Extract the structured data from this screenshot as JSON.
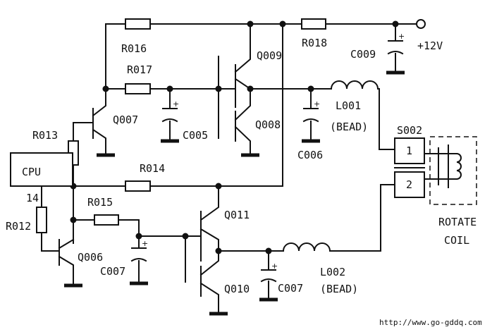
{
  "diagram": {
    "labels": {
      "cpu": "CPU",
      "cpu_pin": "14",
      "r012": "R012",
      "r013": "R013",
      "r014": "R014",
      "r015": "R015",
      "r016": "R016",
      "r017": "R017",
      "r018": "R018",
      "q006": "Q006",
      "q007": "Q007",
      "q008": "Q008",
      "q009": "Q009",
      "q010": "Q010",
      "q011": "Q011",
      "c005": "C005",
      "c006": "C006",
      "c007_left": "C007",
      "c007_right": "C007",
      "c009": "C009",
      "vcc": "+12V",
      "l001": "L001",
      "l001_note": "(BEAD)",
      "l002": "L002",
      "l002_note": "(BEAD)",
      "s002": "S002",
      "pin1": "1",
      "pin2": "2",
      "coil_line1": "ROTATE",
      "coil_line2": "COIL",
      "watermark": "http://www.go-gddq.com"
    },
    "polarity_mark": "+"
  }
}
